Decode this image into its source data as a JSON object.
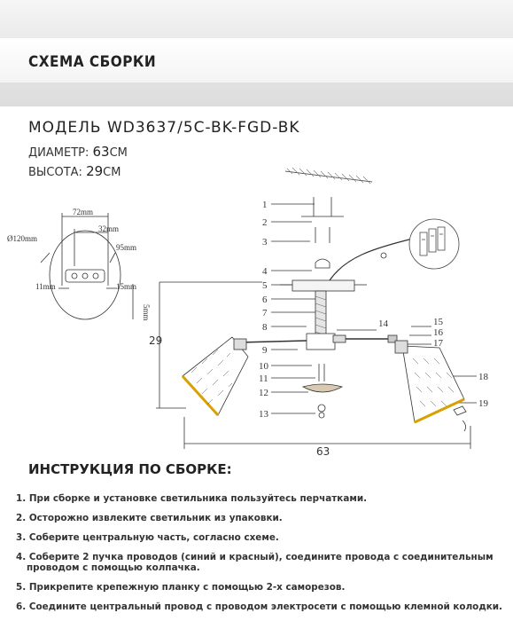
{
  "header": {
    "title": "СХЕМА СБОРКИ"
  },
  "model": {
    "label": "МОДЕЛЬ",
    "code": "WD3637/5C-BK-FGD-BK"
  },
  "specs": {
    "diameter_label": "ДИАМЕТР:",
    "diameter_value": "63",
    "diameter_unit": "СМ",
    "height_label": "ВЫСОТА:",
    "height_value": "29",
    "height_unit": "СМ"
  },
  "bracket": {
    "dim_72": "72mm",
    "dim_32": "32mm",
    "dim_120": "Ø120mm",
    "dim_95": "95mm",
    "dim_11": "11mm",
    "dim_15": "15mm",
    "dim_5": "5mm"
  },
  "callouts": [
    "1",
    "2",
    "3",
    "4",
    "5",
    "6",
    "7",
    "8",
    "9",
    "10",
    "11",
    "12",
    "13",
    "14",
    "15",
    "16",
    "17",
    "18",
    "19"
  ],
  "dimensions": {
    "height": "29",
    "width": "63"
  },
  "instructions": {
    "title": "ИНСТРУКЦИЯ ПО СБОРКЕ:",
    "steps": [
      {
        "num": "1.",
        "text": "При сборке и установке светильника пользуйтесь перчатками.",
        "cont": ""
      },
      {
        "num": "2.",
        "text": "Осторожно извлеките светильник из упаковки.",
        "cont": ""
      },
      {
        "num": "3.",
        "text": "Соберите центральную часть, согласно схеме.",
        "cont": ""
      },
      {
        "num": "4.",
        "text": "Соберите 2 пучка проводов (синий и красный), соедините провода с соединительным",
        "cont": "проводом с помощью колпачка."
      },
      {
        "num": "5.",
        "text": "Прикрепите крепежную планку с помощью 2-х саморезов.",
        "cont": ""
      },
      {
        "num": "6.",
        "text": "Соедините центральный провод с проводом электросети с помощью клемной колодки.",
        "cont": ""
      }
    ]
  }
}
